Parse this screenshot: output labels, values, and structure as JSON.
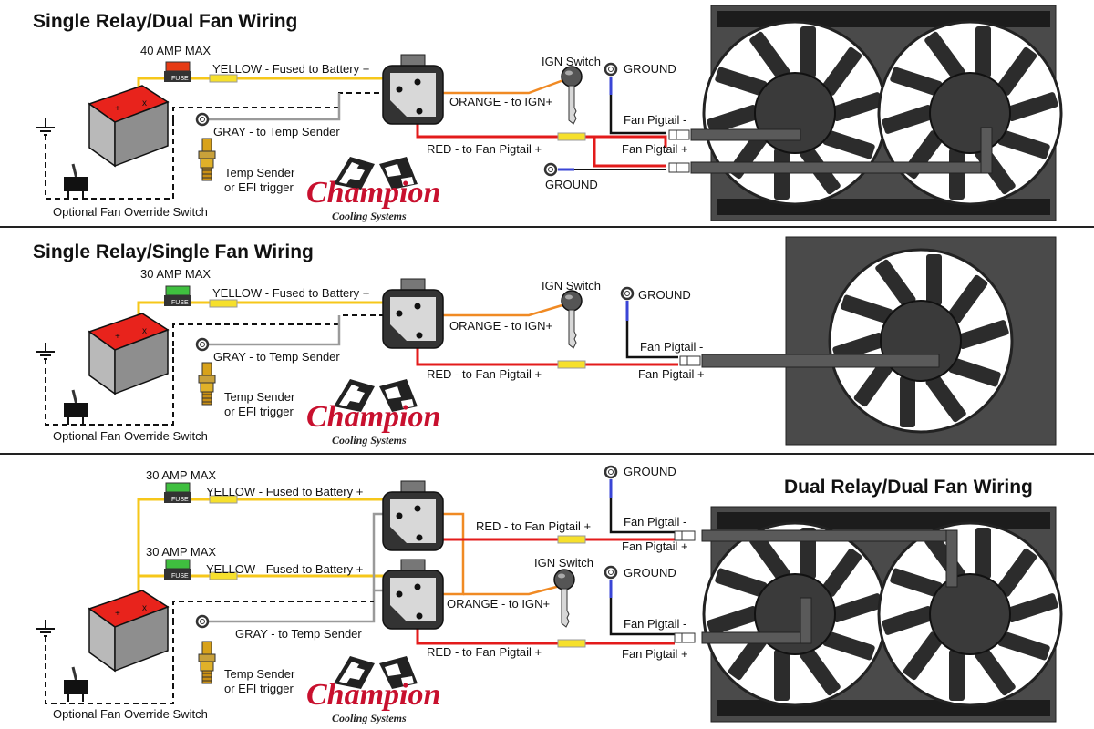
{
  "colors": {
    "yellow": "#f6c71a",
    "gray": "#9a9a9a",
    "orange": "#f08a24",
    "red": "#e31b1b",
    "ground": "#3a45d6",
    "brand_red": "#c8102e",
    "fuse_red": "#e63b14",
    "fuse_green": "#3fbf3f"
  },
  "icons": [
    "battery-icon",
    "fuse-icon",
    "relay-icon",
    "ign-key-icon",
    "ring-terminal-icon",
    "temp-sender-icon",
    "toggle-switch-icon",
    "chassis-ground-icon",
    "fan-icon",
    "connector-icon",
    "checkered-flags-icon"
  ],
  "panels": [
    {
      "title": "Single Relay/Dual Fan Wiring",
      "fuses": [
        "40 AMP MAX"
      ],
      "fuse_text": "FUSE",
      "yellow_wire": "YELLOW - Fused to Battery +",
      "orange_wire": "ORANGE - to IGN+",
      "red_wire": "RED - to Fan Pigtail +",
      "gray_wire": "GRAY - to Temp Sender",
      "ign_switch": "IGN Switch",
      "ground_top": "GROUND",
      "ground_bottom": "GROUND",
      "pigtail_neg": "Fan Pigtail -",
      "pigtail_pos": "Fan Pigtail +",
      "sender_line1": "Temp Sender",
      "sender_line2": "or EFI trigger",
      "override": "Optional Fan Override Switch",
      "brand": "Champion",
      "brand_sub": "Cooling Systems"
    },
    {
      "title": "Single Relay/Single Fan Wiring",
      "fuses": [
        "30 AMP MAX"
      ],
      "fuse_text": "FUSE",
      "yellow_wire": "YELLOW - Fused to Battery +",
      "orange_wire": "ORANGE - to IGN+",
      "red_wire": "RED - to Fan Pigtail +",
      "gray_wire": "GRAY - to Temp Sender",
      "ign_switch": "IGN Switch",
      "ground_top": "GROUND",
      "pigtail_neg": "Fan Pigtail -",
      "pigtail_pos": "Fan Pigtail +",
      "sender_line1": "Temp Sender",
      "sender_line2": "or EFI trigger",
      "override": "Optional Fan Override Switch",
      "brand": "Champion",
      "brand_sub": "Cooling Systems"
    },
    {
      "title": "Dual Relay/Dual Fan Wiring",
      "fuses": [
        "30 AMP MAX",
        "30 AMP MAX"
      ],
      "fuse_text": "FUSE",
      "yellow_wire_1": "YELLOW - Fused to Battery +",
      "yellow_wire_2": "YELLOW - Fused to Battery +",
      "orange_wire": "ORANGE - to IGN+",
      "red_wire_1": "RED - to Fan Pigtail +",
      "red_wire_2": "RED - to Fan Pigtail +",
      "gray_wire": "GRAY - to Temp Sender",
      "ign_switch": "IGN Switch",
      "ground_1": "GROUND",
      "ground_2": "GROUND",
      "pigtail_neg_1": "Fan Pigtail -",
      "pigtail_pos_1": "Fan Pigtail +",
      "pigtail_neg_2": "Fan Pigtail -",
      "pigtail_pos_2": "Fan Pigtail +",
      "sender_line1": "Temp Sender",
      "sender_line2": "or EFI trigger",
      "override": "Optional Fan Override Switch",
      "brand": "Champion",
      "brand_sub": "Cooling Systems"
    }
  ]
}
